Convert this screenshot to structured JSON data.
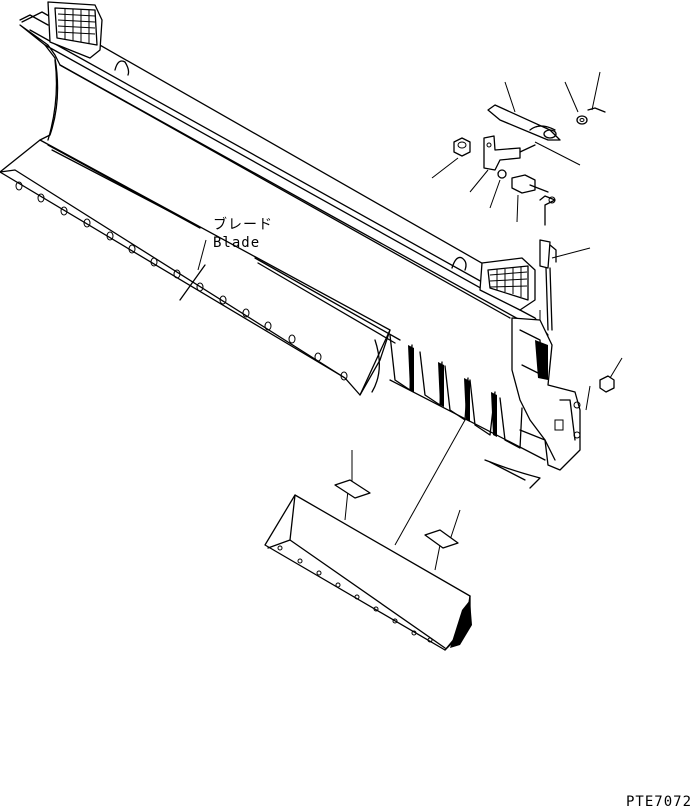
{
  "label_jp": "ブレード",
  "label_en": "Blade",
  "drawing_code": "PTE7072"
}
